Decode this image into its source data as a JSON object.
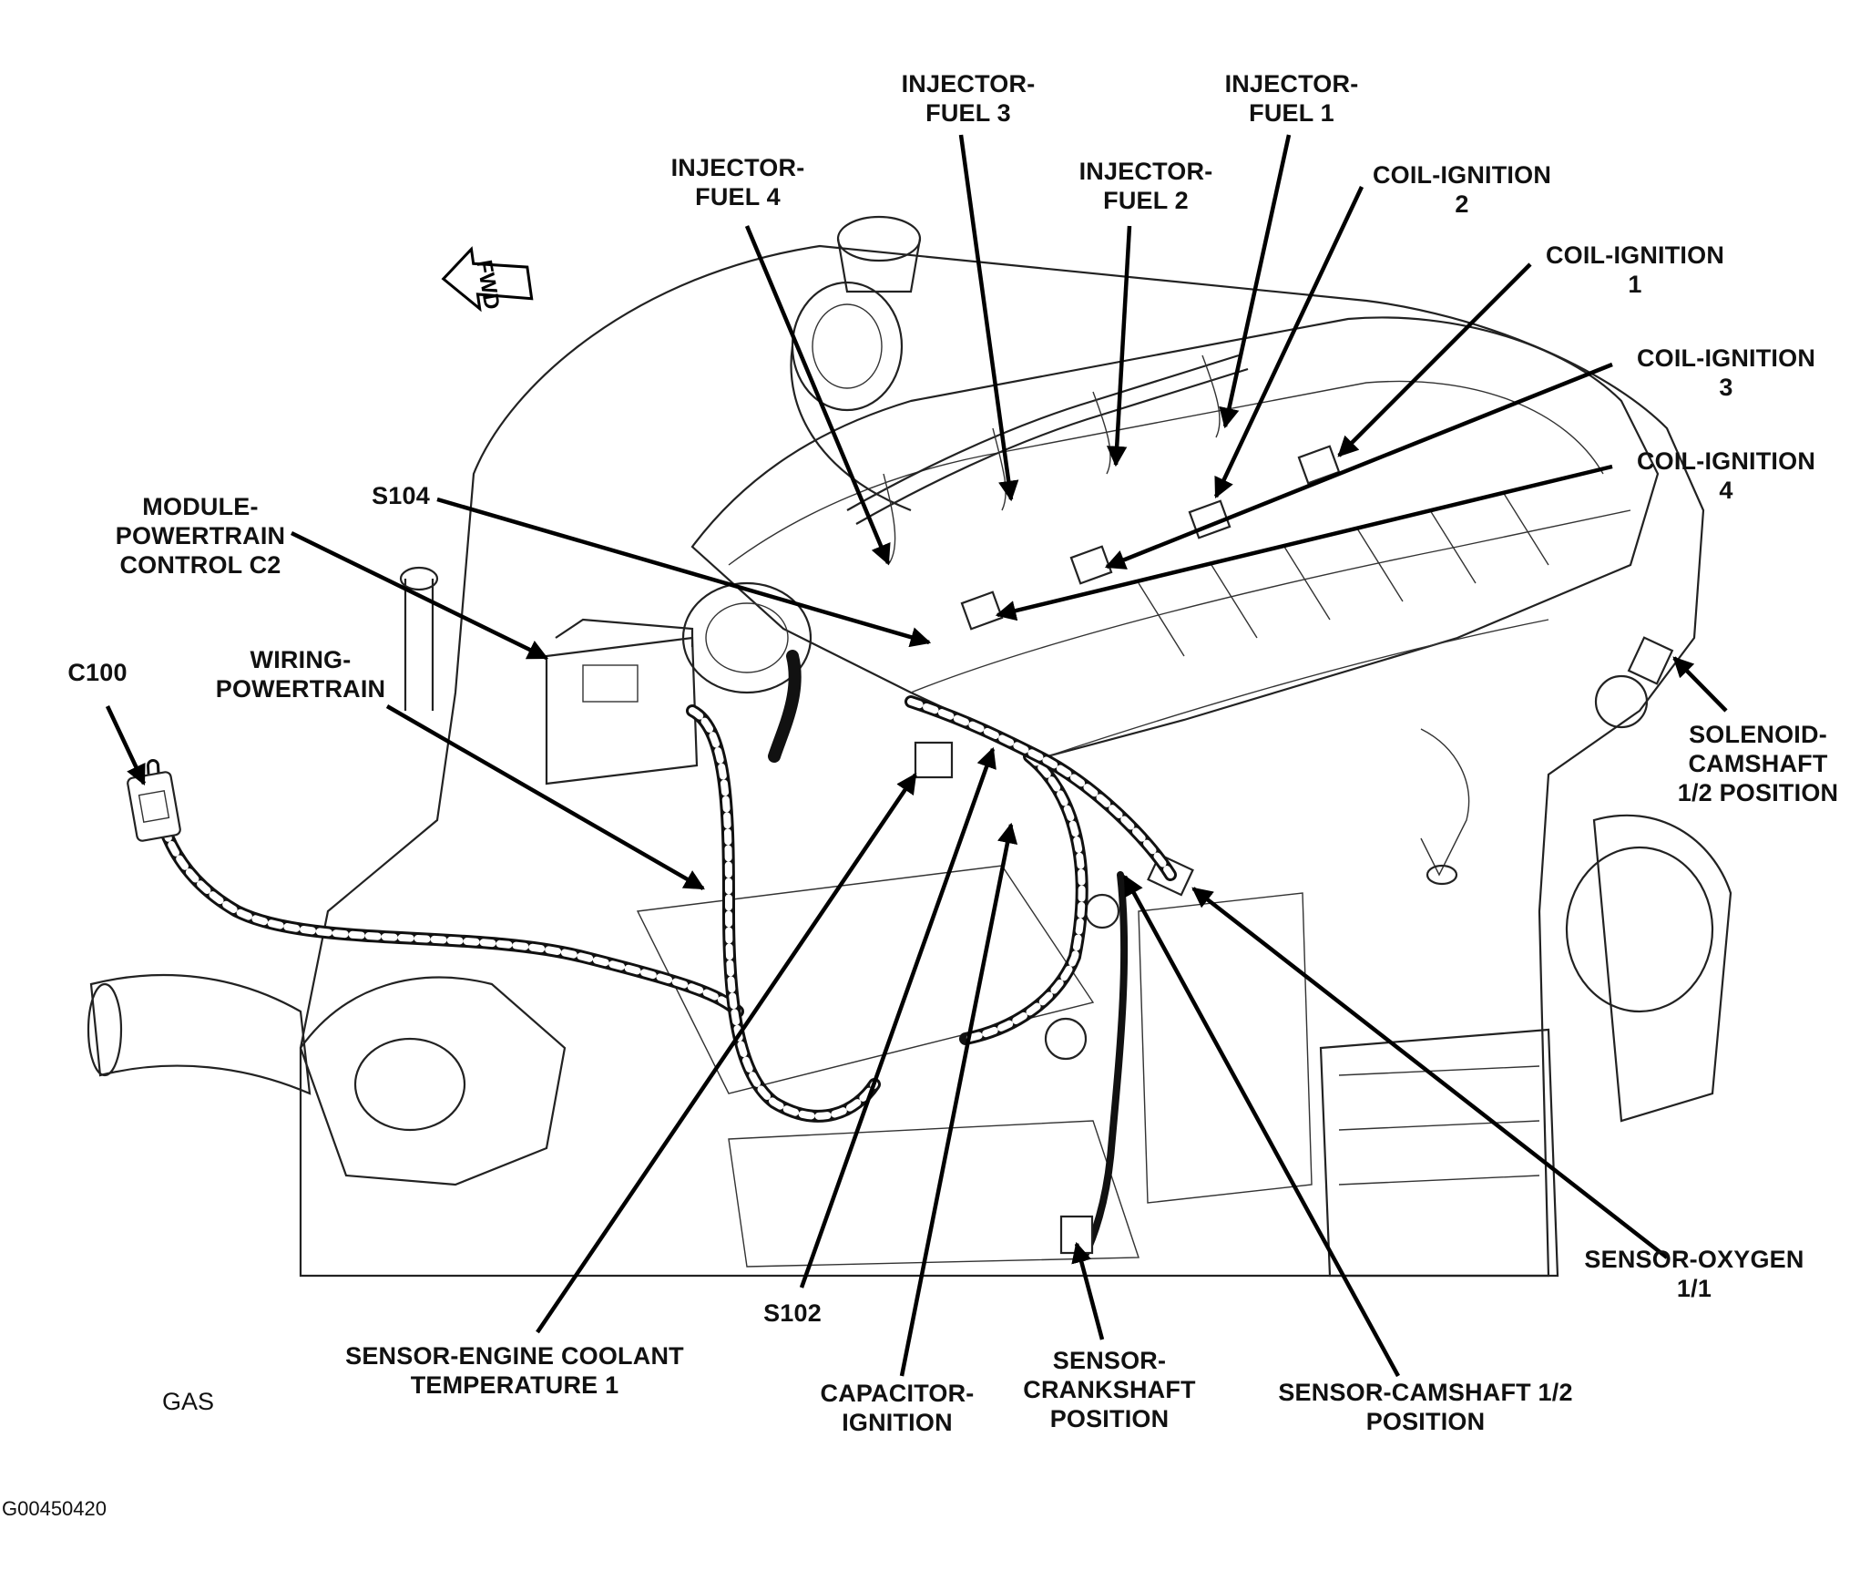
{
  "labels": {
    "injector_fuel_3": [
      "INJECTOR-",
      "FUEL 3"
    ],
    "injector_fuel_1": [
      "INJECTOR-",
      "FUEL 1"
    ],
    "injector_fuel_4": [
      "INJECTOR-",
      "FUEL 4"
    ],
    "injector_fuel_2": [
      "INJECTOR-",
      "FUEL 2"
    ],
    "coil_ignition_2": [
      "COIL-IGNITION",
      "2"
    ],
    "coil_ignition_1": [
      "COIL-IGNITION",
      "1"
    ],
    "coil_ignition_3": [
      "COIL-IGNITION",
      "3"
    ],
    "coil_ignition_4": [
      "COIL-IGNITION",
      "4"
    ],
    "s104": "S104",
    "module_powertrain": [
      "MODULE-",
      "POWERTRAIN",
      "CONTROL C2"
    ],
    "c100": "C100",
    "wiring_powertrain": [
      "WIRING-",
      "POWERTRAIN"
    ],
    "solenoid_camshaft": [
      "SOLENOID-",
      "CAMSHAFT",
      "1/2 POSITION"
    ],
    "sensor_oxygen": [
      "SENSOR-OXYGEN",
      "1/1"
    ],
    "s102": "S102",
    "sensor_engine_coolant": [
      "SENSOR-ENGINE COOLANT",
      "TEMPERATURE 1"
    ],
    "capacitor_ignition": [
      "CAPACITOR-",
      "IGNITION"
    ],
    "sensor_crankshaft": [
      "SENSOR-",
      "CRANKSHAFT",
      "POSITION"
    ],
    "sensor_camshaft": [
      "SENSOR-CAMSHAFT 1/2",
      "POSITION"
    ]
  },
  "fwd_marker": "FWD",
  "engine_type": "GAS",
  "figure_id": "G00450420"
}
